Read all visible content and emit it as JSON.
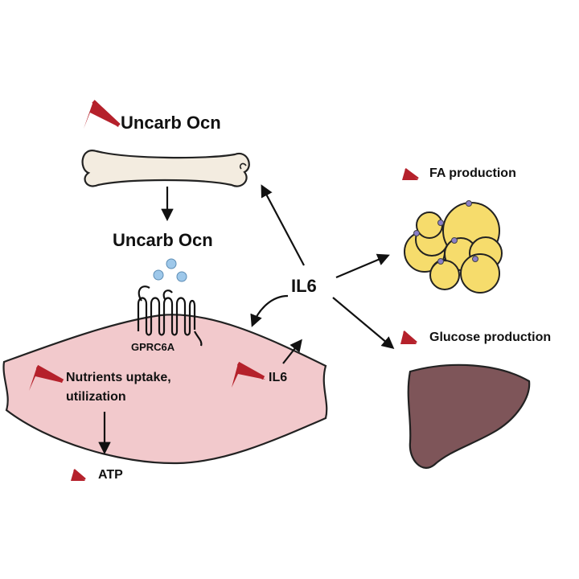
{
  "labels": {
    "uncarb_ocn_top": "Uncarb Ocn",
    "uncarb_ocn_mid": "Uncarb Ocn",
    "il6_center": "IL6",
    "il6_muscle": "IL6",
    "gprc6a": "GPRC6A",
    "nutrients_line1": "Nutrients uptake,",
    "nutrients_line2": "utilization",
    "atp": "ATP",
    "fa_production": "FA production",
    "glucose_production": "Glucose production"
  },
  "colors": {
    "increase_arrow": "#b5212b",
    "muscle_fill": "#f2c9cc",
    "bone_fill": "#f3ece0",
    "fat_fill": "#f6dc6c",
    "fat_dot": "#8a7fc8",
    "liver_fill": "#7e5559",
    "ocn_molecule": "#9ec8ea"
  },
  "icons": [
    "increase-arrow-icon",
    "bone-icon",
    "muscle-tissue",
    "gprc6a-receptor-icon",
    "fat-cells-icon",
    "liver-icon",
    "ocn-molecule-icon"
  ]
}
